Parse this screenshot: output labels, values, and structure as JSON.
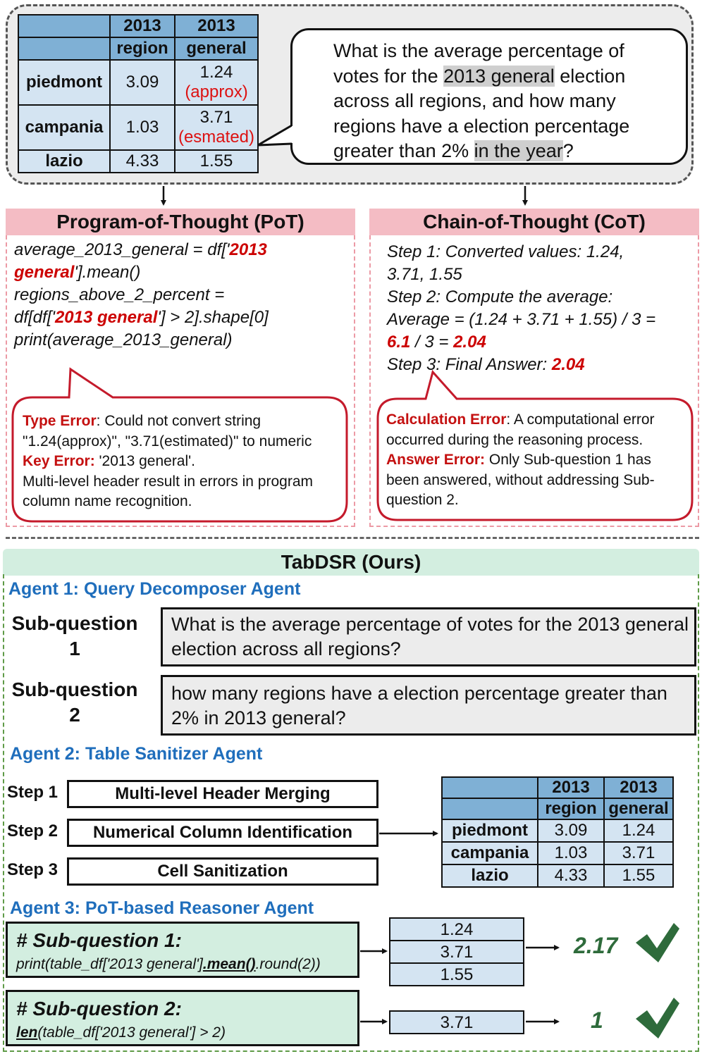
{
  "source_table": {
    "headers_row1": [
      "",
      "2013",
      "2013"
    ],
    "headers_row2": [
      "",
      "region",
      "general"
    ],
    "rows": [
      {
        "name": "piedmont",
        "region": "3.09",
        "general": "1.24",
        "note": "(approx)"
      },
      {
        "name": "campania",
        "region": "1.03",
        "general": "3.71",
        "note": "(esmated)"
      },
      {
        "name": "lazio",
        "region": "4.33",
        "general": "1.55",
        "note": ""
      }
    ]
  },
  "question": {
    "line1": "What is the average percentage of",
    "line2_pre": "votes for the ",
    "line2_hl": "2013 general",
    "line2_post": " election",
    "line3": "across all regions, and how many",
    "line4": "regions have a election percentage",
    "line5_pre": "greater than 2% ",
    "line5_hl": "in the year",
    "line5_post": "?"
  },
  "pot": {
    "title": "Program-of-Thought (PoT)",
    "code": {
      "l1_pre": "average_2013_general = df['",
      "l1_kw": "2013",
      "l2_kw": "general",
      "l2_post": "'].mean()",
      "l3": "regions_above_2_percent =",
      "l4_pre": "df[df['",
      "l4_kw": "2013 general",
      "l4_post": "'] > 2].shape[0]",
      "l5": "print(average_2013_general)"
    },
    "error": {
      "type_label": "Type Error",
      "type_text": ": Could not convert string",
      "line2": "\"1.24(approx)\", \"3.71(estimated)\" to numeric",
      "key_label": "Key Error:",
      "key_text": " '2013 general'.",
      "line4": "Multi-level header result in errors in program",
      "line5": "column name recognition."
    }
  },
  "cot": {
    "title": "Chain-of-Thought (CoT)",
    "steps": {
      "l1": "Step 1: Converted values: 1.24,",
      "l2": "3.71, 1.55",
      "l3": "Step 2: Compute the average:",
      "l4": "Average = (1.24 + 3.71 + 1.55) / 3 =",
      "l5_kw1": "6.1",
      "l5_mid": " / 3 = ",
      "l5_kw2": "2.04",
      "l6_pre": "Step 3: Final Answer: ",
      "l6_kw": "2.04"
    },
    "error": {
      "calc_label": "Calculation Error",
      "calc_text": ": A computational error",
      "line2": "occurred during the reasoning process.",
      "ans_label": "Answer Error:",
      "ans_text": " Only Sub-question 1 has",
      "line4": "been answered, without addressing Sub-",
      "line5": "question 2."
    }
  },
  "tabdsr": {
    "title": "TabDSR (Ours)",
    "agent1": "Agent 1: Query Decomposer Agent",
    "subq1_label_a": "Sub-question",
    "subq1_label_b": "1",
    "subq1_text": "What is the average percentage of votes for the 2013 general election across all regions?",
    "subq2_label_a": "Sub-question",
    "subq2_label_b": "2",
    "subq2_text": "how many regions have a election percentage greater than 2% in 2013 general?",
    "agent2": "Agent 2: Table Sanitizer Agent",
    "steps": [
      {
        "label": "Step 1",
        "text": "Multi-level Header Merging"
      },
      {
        "label": "Step 2",
        "text": "Numerical Column Identification"
      },
      {
        "label": "Step 3",
        "text": "Cell Sanitization"
      }
    ],
    "clean_table": {
      "headers_row1": [
        "",
        "2013",
        "2013"
      ],
      "headers_row2": [
        "",
        "region",
        "general"
      ],
      "rows": [
        {
          "name": "piedmont",
          "region": "3.09",
          "general": "1.24"
        },
        {
          "name": "campania",
          "region": "1.03",
          "general": "3.71"
        },
        {
          "name": "lazio",
          "region": "4.33",
          "general": "1.55"
        }
      ]
    },
    "agent3": "Agent 3: PoT-based Reasoner Agent",
    "pot1": {
      "title": "# Sub-question 1:",
      "code_pre": "print(table_df['2013 general']",
      "code_u": ".mean()",
      "code_post": ".round(2))",
      "values": [
        "1.24",
        "3.71",
        "1.55"
      ],
      "answer": "2.17"
    },
    "pot2": {
      "title": "# Sub-question 2:",
      "code_u": "len",
      "code_post": "(table_df['2013 general'] > 2)",
      "values": [
        "3.71"
      ],
      "answer": "1"
    },
    "colors": {
      "check": "#2e6b3b",
      "error": "#c41010",
      "agent": "#1f6ebc"
    }
  }
}
